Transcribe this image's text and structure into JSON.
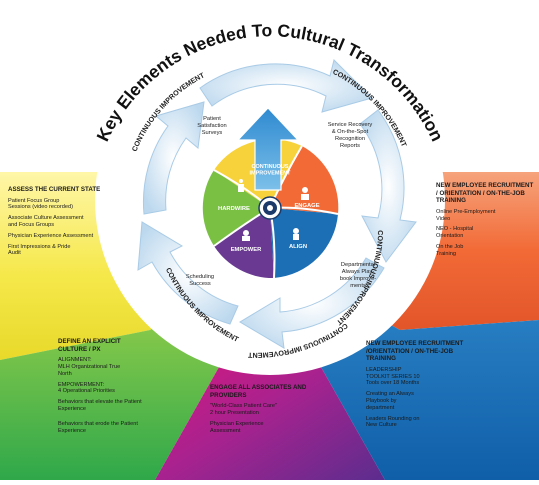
{
  "title": "Key Elements Needed To Cultural Transformation",
  "ring_labels": [
    "CONTINUOUS IMPROVEMENT",
    "CONTINUOUS IMPROVEMENT",
    "CONTINUOUS IMPROVEMENT",
    "CONTINUOUS IMPROVEMENT",
    "CONTINUOUS IMPROVEMENT"
  ],
  "center": {
    "segments": [
      "CONTINUOUS IMPROVEMENT",
      "HARDWIRE",
      "ENGAGE",
      "EMPOWER",
      "ALIGN"
    ],
    "colors": {
      "top": "#f7d23a",
      "left": "#7ac143",
      "right": "#f26a36",
      "bottom_left": "#6a3a93",
      "bottom_right": "#1c6fb5"
    }
  },
  "inner_labels": {
    "patient_satisfaction": [
      "Patient",
      "Satisfaction",
      "Surveys"
    ],
    "service_recovery": [
      "Service Recovery",
      "& On-the-Spot",
      "Recognition",
      "Reports"
    ],
    "departmental": [
      "Departmental",
      "Always Play-",
      "book Improve-",
      "ments"
    ],
    "scheduling": [
      "Scheduling",
      "Success"
    ]
  },
  "panels": {
    "assess": {
      "title": "ASSESS THE CURRENT STATE",
      "items": [
        "Patient Focus Group Sessions (video recorded)",
        "Associate Culture Assessment and Focus Groups",
        "Physician Experience Assessment",
        "First Impressions & Pride Audit"
      ]
    },
    "define": {
      "title": "DEFINE AN EXPLICIT CULTURE / PX",
      "alignment_head": "ALIGNMENT:",
      "alignment_body": "MLH Organizational True North",
      "empowerment_head": "EMPOWERMENT:",
      "empowerment_body": "4 Operational Priorities",
      "items": [
        "Behaviors that elevate the Patient Experience",
        "Behaviors that erode the Patient Experience"
      ]
    },
    "engage": {
      "title": "ENGAGE ALL ASSOCIATES AND PROVIDERS",
      "items": [
        "\"World-Class Patient Care\" 2 hour Presentation",
        "Physician Experience Assessment"
      ]
    },
    "new_emp_top": {
      "title": "NEW EMPLOYEE RECRUITMENT / ORIENTATION / ON-THE-JOB TRAINING",
      "items": [
        "Online Pre-Employment Video",
        "NEO - Hospital Orientation",
        "On the Job Training"
      ]
    },
    "new_emp_bottom": {
      "title": "NEW EMPLOYEE RECRUITMENT /ORIENTATION / ON-THE-JOB TRAINING",
      "items": [
        "LEADERSHIP TOOLKIT SERIES 10 Tools over 18 Months",
        "Creating an Always Playbook by department",
        "Leaders Rounding on New Culture"
      ]
    }
  }
}
